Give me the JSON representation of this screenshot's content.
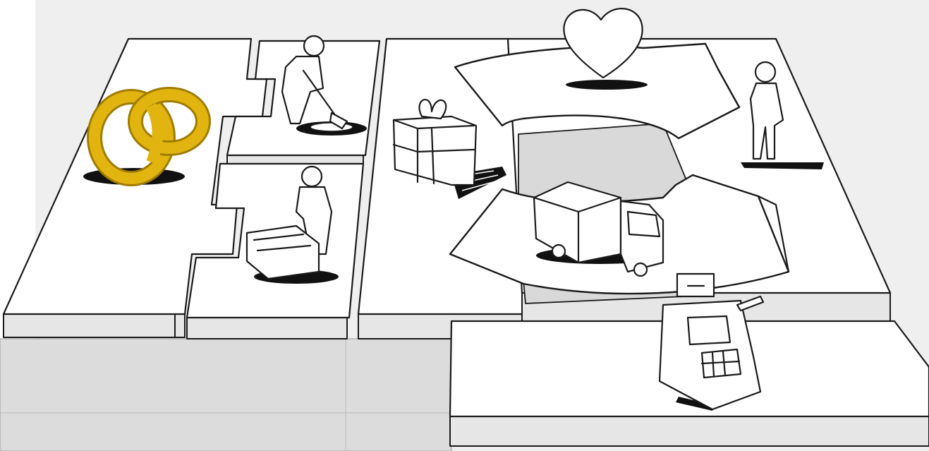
{
  "scene": {
    "colors": {
      "background": "#ffffff",
      "ground": "#dcdcdc",
      "block_top": "#ffffff",
      "block_side": "#e6e6e6",
      "ink": "#1a1a1a",
      "rings_gold": "#e2b40f",
      "rings_gold_dark": "#a07c00"
    },
    "segments": [
      {
        "id": "key-partners",
        "icon": "interlocked-rings-icon"
      },
      {
        "id": "key-activities",
        "icon": "person-digging-icon"
      },
      {
        "id": "key-resources",
        "icon": "person-with-machine-icon"
      },
      {
        "id": "value-propositions",
        "icon": "gift-box-icon"
      },
      {
        "id": "customer-relationships",
        "icon": "heart-icon"
      },
      {
        "id": "channels",
        "icon": "delivery-truck-icon"
      },
      {
        "id": "customer-segments",
        "icon": "standing-person-icon"
      },
      {
        "id": "cost-structure",
        "icon": "none"
      },
      {
        "id": "revenue-streams",
        "icon": "cash-register-icon"
      }
    ]
  }
}
